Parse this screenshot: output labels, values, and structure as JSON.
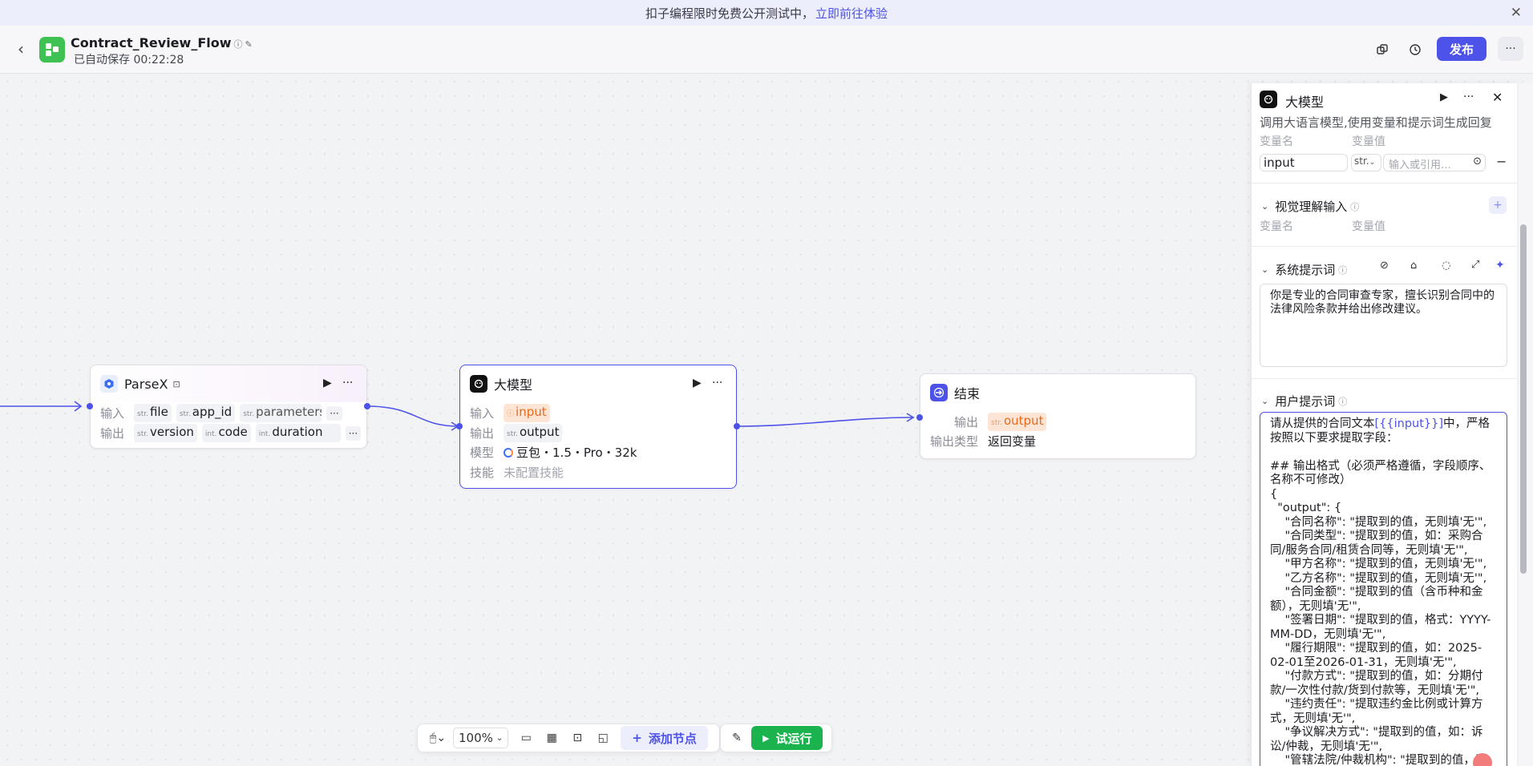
{
  "banner": {
    "text": "扣子编程限时免费公开测试中，",
    "link": "立即前往体验",
    "close": "✕"
  },
  "header": {
    "back": "‹",
    "app_title": "Contract_Review_Flow",
    "autosave": "已自动保存 00:22:28",
    "publish": "发布",
    "more": "···"
  },
  "nodes": {
    "parsex": {
      "title": "ParseX",
      "input_label": "输入",
      "output_label": "输出",
      "inputs": [
        {
          "type": "str.",
          "name": "file"
        },
        {
          "type": "str.",
          "name": "app_id"
        },
        {
          "type": "str.",
          "name": "parameters"
        }
      ],
      "outputs": [
        {
          "type": "str.",
          "name": "version"
        },
        {
          "type": "int.",
          "name": "code"
        },
        {
          "type": "int.",
          "name": "duration"
        }
      ],
      "more": "···"
    },
    "llm": {
      "title": "大模型",
      "input_label": "输入",
      "input_value": "input",
      "output_label": "输出",
      "output_type": "str.",
      "output_value": "output",
      "model_label": "模型",
      "model_value": "豆包・1.5・Pro・32k",
      "skill_label": "技能",
      "skill_value": "未配置技能",
      "more": "···"
    },
    "end": {
      "title": "结束",
      "output_label": "输出",
      "output_type": "str.",
      "output_value": "output",
      "output_kind_label": "输出类型",
      "output_kind_value": "返回变量"
    }
  },
  "toolbar": {
    "zoom": "100%",
    "add_node": "添加节点",
    "test_run": "试运行"
  },
  "panel": {
    "title": "大模型",
    "subtitle": "调用大语言模型,使用变量和提示词生成回复",
    "var_name_header": "变量名",
    "var_value_header": "变量值",
    "input_var": "input",
    "input_type": "str.",
    "input_placeholder": "输入或引用…",
    "vision_title": "视觉理解输入",
    "vision_var_name": "变量名",
    "vision_var_value": "变量值",
    "system_prompt_title": "系统提示词",
    "system_prompt": "你是专业的合同审查专家，擅长识别合同中的法律风险条款并给出修改建议。",
    "user_prompt_title": "用户提示词",
    "user_prompt_pre": "请从提供的合同文本",
    "user_prompt_var": "[{{input}}]",
    "user_prompt_post": "中，严格按照以下要求提取字段：\n\n## 输出格式（必须严格遵循，字段顺序、名称不可修改）\n{\n  \"output\": {\n    \"合同名称\": \"提取到的值，无则填'无'\",\n    \"合同类型\": \"提取到的值，如：采购合同/服务合同/租赁合同等，无则填'无'\",\n    \"甲方名称\": \"提取到的值，无则填'无'\",\n    \"乙方名称\": \"提取到的值，无则填'无'\",\n    \"合同金额\": \"提取到的值（含币种和金额），无则填'无'\",\n    \"签署日期\": \"提取到的值，格式：YYYY-MM-DD，无则填'无'\",\n    \"履行期限\": \"提取到的值，如：2025-02-01至2026-01-31，无则填'无'\",\n    \"付款方式\": \"提取到的值，如：分期付款/一次性付款/货到付款等，无则填'无'\",\n    \"违约责任\": \"提取违约金比例或计算方式，无则填'无'\",\n    \"争议解决方式\": \"提取到的值，如：诉讼/仲裁，无则填'无'\",\n    \"管辖法院/仲裁机构\": \"提取到的值，无则填'无'\""
  }
}
